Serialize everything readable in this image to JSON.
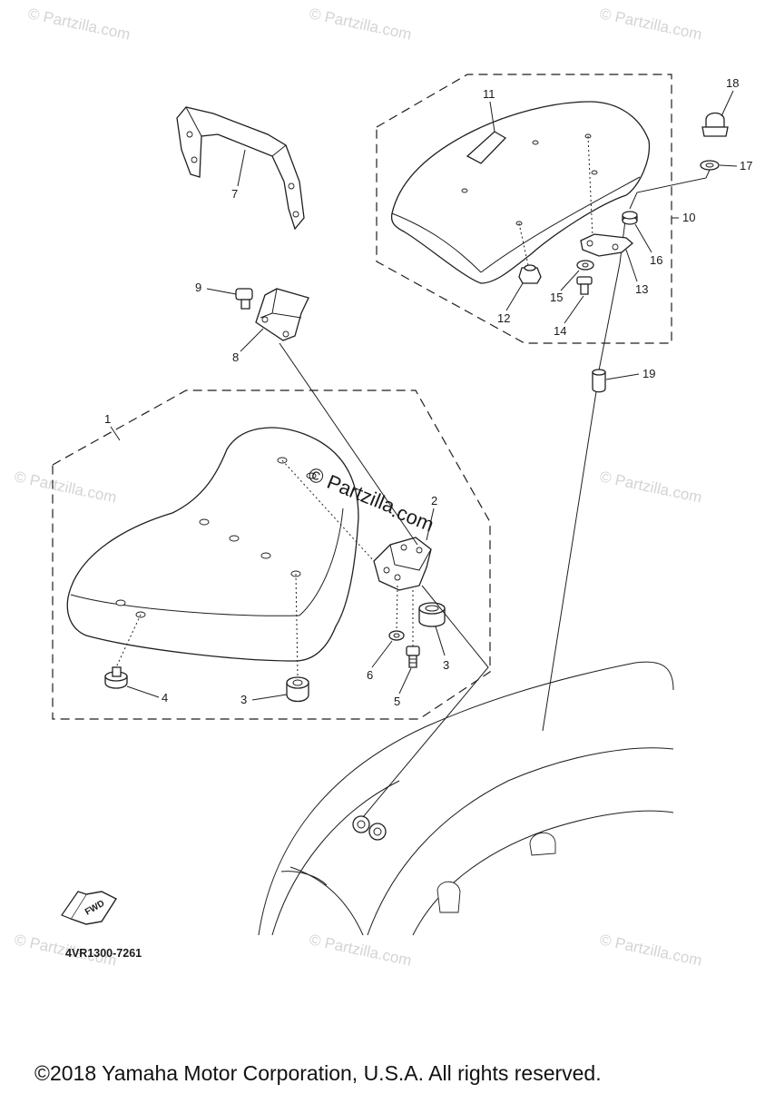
{
  "watermark": {
    "text": "© Partzilla.com"
  },
  "center_watermark": {
    "line1": "© Partzilla",
    "line2": ".com"
  },
  "diagram_code": "4VR1300-7261",
  "fwd_label": "FWD",
  "copyright": "©2018 Yamaha Motor Corporation, U.S.A. All rights reserved.",
  "callouts": {
    "c1": "1",
    "c2": "2",
    "c3a": "3",
    "c3b": "3",
    "c4": "4",
    "c5": "5",
    "c6": "6",
    "c7": "7",
    "c8": "8",
    "c9": "9",
    "c10": "10",
    "c11": "11",
    "c12": "12",
    "c13": "13",
    "c14": "14",
    "c15": "15",
    "c16": "16",
    "c17": "17",
    "c18": "18",
    "c19": "19"
  }
}
